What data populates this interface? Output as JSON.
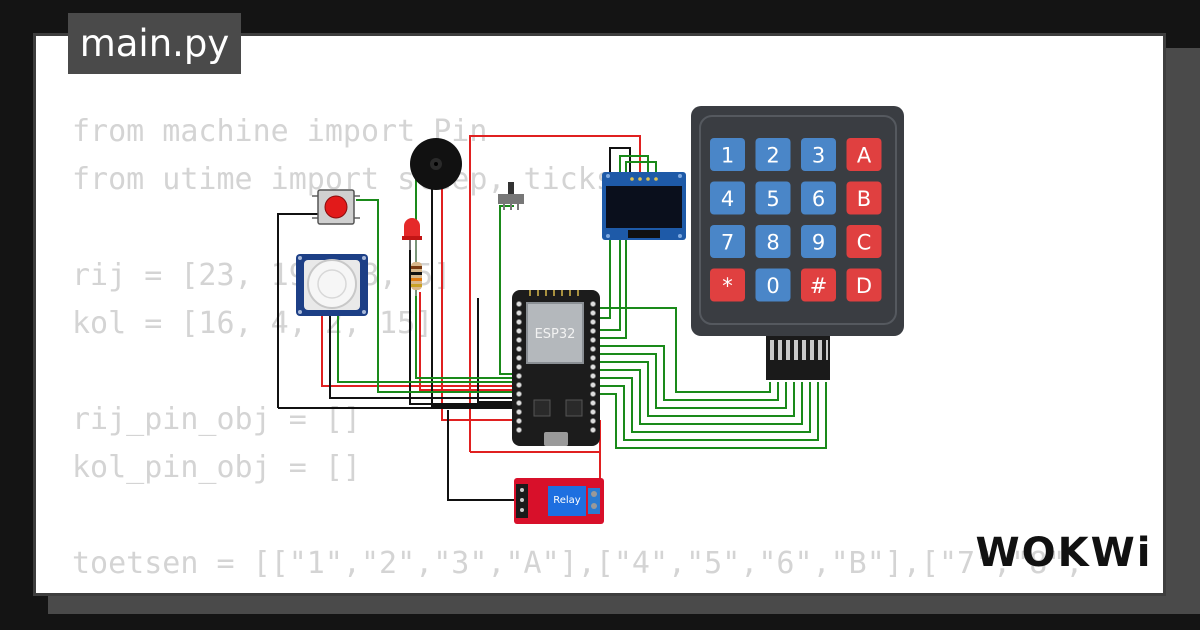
{
  "file_tab": {
    "label": "main.py"
  },
  "code_lines": [
    "from machine import Pin",
    "from utime import sleep, ticks_ms",
    "",
    "rij = [23, 19, 18, 5]",
    "kol = [16, 4, 2, 15]",
    "",
    "rij_pin_obj = []",
    "kol_pin_obj = []",
    "",
    "toetsen = [[\"1\",\"2\",\"3\",\"A\"],[\"4\",\"5\",\"6\",\"B\"],[\"7\",\"8\","
  ],
  "components": {
    "esp32_label": "ESP32",
    "relay_label": "Relay",
    "keypad_keys": [
      [
        "1",
        "2",
        "3",
        "A"
      ],
      [
        "4",
        "5",
        "6",
        "B"
      ],
      [
        "7",
        "8",
        "9",
        "C"
      ],
      [
        "*",
        "0",
        "#",
        "D"
      ]
    ]
  },
  "brand": {
    "logo_text": "WOKWi"
  },
  "colors": {
    "wire_green": "#1a8a1a",
    "wire_red": "#e02020",
    "wire_black": "#111111",
    "key_blue": "#4a86c8",
    "key_red": "#e04040",
    "keypad_body": "#3a3d42",
    "relay_red": "#d8102a",
    "oled_blue": "#1e5aa8"
  }
}
